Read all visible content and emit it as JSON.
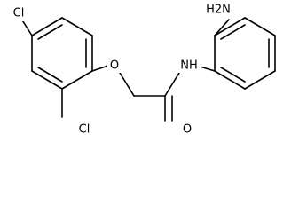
{
  "diagram": {
    "atoms": {
      "cl_top": "Cl",
      "cl_bottom": "Cl",
      "o_ether": "O",
      "o_carbonyl": "O",
      "nh": "NH",
      "nh2": "H2N"
    }
  }
}
